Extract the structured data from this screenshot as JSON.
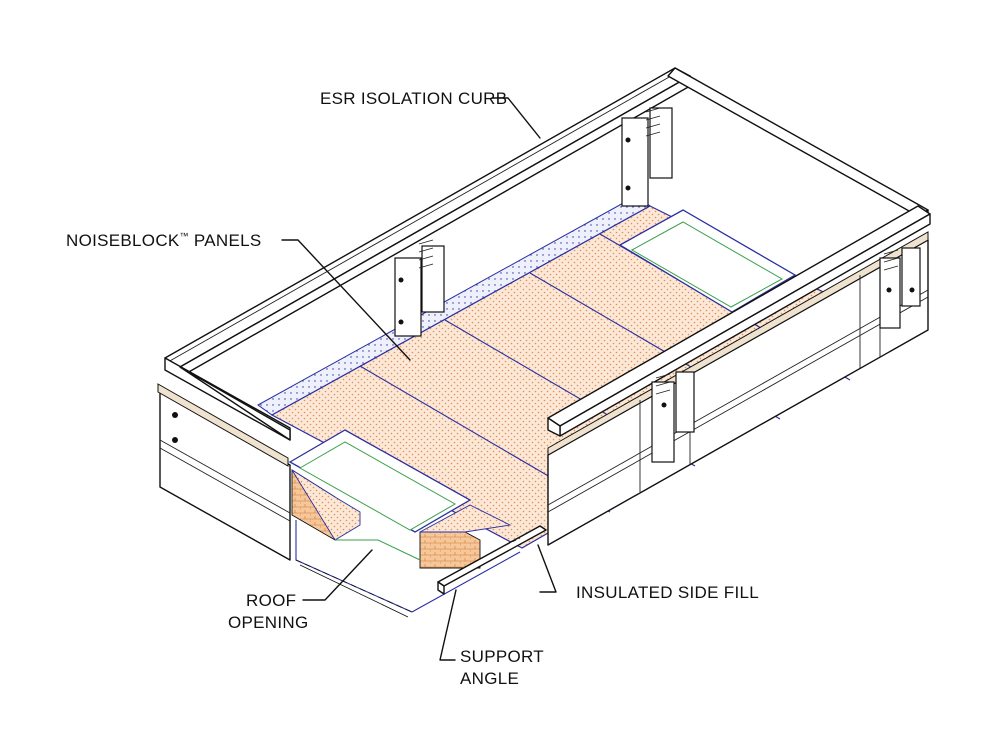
{
  "labels": {
    "curb": "ESR ISOLATION CURB",
    "panels": "NOISEBLOCK",
    "panels_tm": "™",
    "panels_suffix": " PANELS",
    "roof_line1": "ROOF",
    "roof_line2": "OPENING",
    "side_fill": "INSULATED SIDE FILL",
    "support_line1": "SUPPORT",
    "support_line2": "ANGLE"
  },
  "colors": {
    "line": "#111111",
    "panel_fill": "#fbe8d6",
    "panel_edge": "#2a2fa0",
    "side_fill": "#eef0fb",
    "opening_green": "#3aa04a",
    "panel_cut": "#e8a060",
    "wood_strip": "#efe2cf"
  }
}
